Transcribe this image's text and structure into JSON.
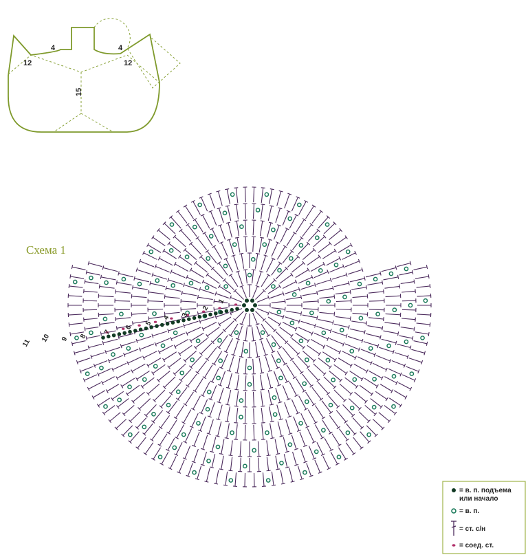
{
  "title": "Схема 1",
  "outline": {
    "labels": [
      "4",
      "12",
      "4",
      "12",
      "15"
    ]
  },
  "row_numbers": [
    "1",
    "2",
    "3",
    "4",
    "5",
    "6",
    "7",
    "8",
    "9",
    "10",
    "11"
  ],
  "legend": {
    "items": [
      {
        "symbol": "chain-start-dot",
        "label": "= в. п. подъема",
        "label2": "или начало"
      },
      {
        "symbol": "chain-ring",
        "label": "= в. п."
      },
      {
        "symbol": "double-crochet",
        "label": "= ст. с/н"
      },
      {
        "symbol": "slip-stitch",
        "label": "= соед. ст."
      }
    ]
  },
  "colors": {
    "stitch": "#4b2a5c",
    "chain": "#1a7a5a",
    "start": "#123a24",
    "slip": "#b0306a",
    "outline": "#7f9a2c",
    "title": "#8a9b2a"
  }
}
